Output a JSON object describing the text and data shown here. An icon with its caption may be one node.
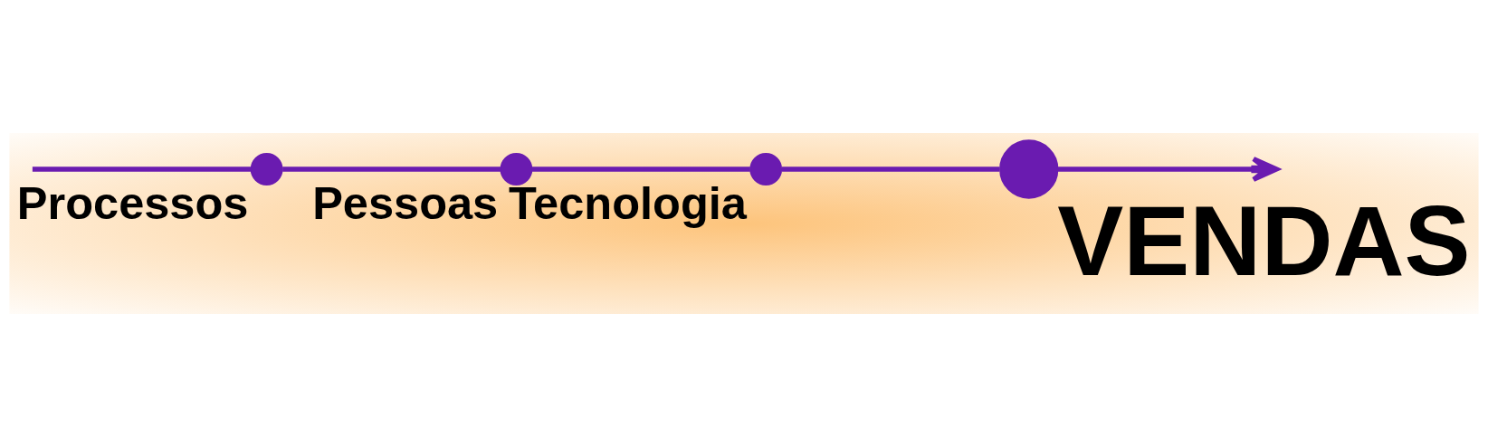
{
  "diagram": {
    "nodes": [
      {
        "text": [],
        "shape": "circle",
        "beside": [
          "Processos"
        ]
      },
      {
        "text": [],
        "shape": "circle",
        "beside": [
          "Pessoas"
        ]
      },
      {
        "text": [],
        "shape": "circle",
        "beside": [
          "Tecnologia"
        ]
      },
      {
        "text": [],
        "shape": "circle",
        "beside": [
          "VENDAS"
        ]
      }
    ],
    "edges": [
      {
        "from": null,
        "to": 0,
        "arrow": "none"
      },
      {
        "from": 0,
        "to": 1,
        "arrow": "none"
      },
      {
        "from": 1,
        "to": 2,
        "arrow": "none"
      },
      {
        "from": 2,
        "to": 3,
        "arrow": "none"
      },
      {
        "from": 3,
        "to": null,
        "arrow": "to"
      }
    ]
  }
}
